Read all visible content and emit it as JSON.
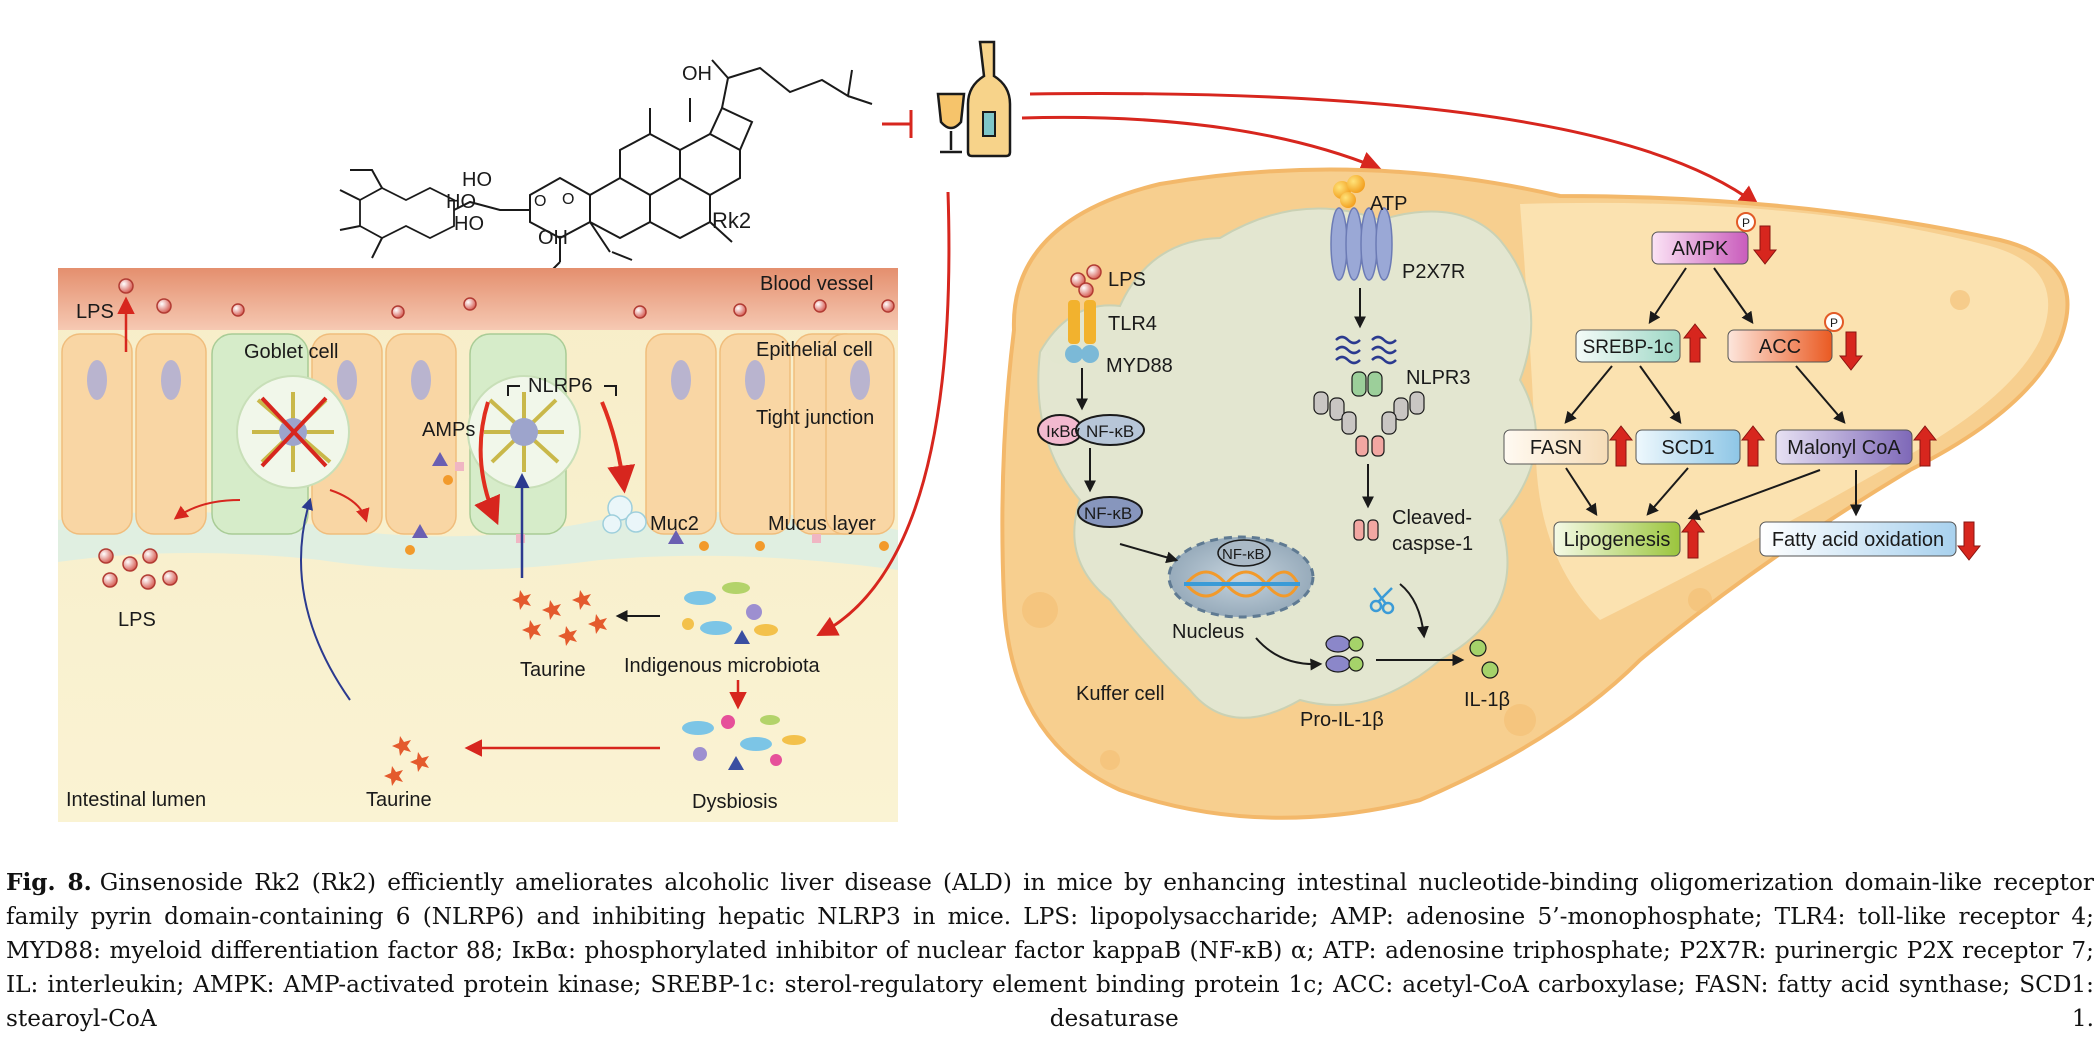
{
  "rk2": {
    "oh_top": "OH",
    "ho1": "HO",
    "ho2": "HO",
    "ho3": "HO",
    "oh_bottom": "OH",
    "o_ring": "O",
    "o_link": "O",
    "name": "Rk2"
  },
  "intestine": {
    "blood_vessel": "Blood vessel",
    "lps_top": "LPS",
    "goblet_cell": "Goblet cell",
    "epithelial_cell": "Epithelial cell",
    "nlrp6": "NLRP6",
    "amps": "AMPs",
    "tight_junction": "Tight junction",
    "muc2": "Muc2",
    "mucus_layer": "Mucus layer",
    "lps_lumen": "LPS",
    "taurine_upper": "Taurine",
    "indigenous_microbiota": "Indigenous microbiota",
    "intestinal_lumen": "Intestinal lumen",
    "taurine_lower": "Taurine",
    "dysbiosis": "Dysbiosis"
  },
  "kupffer": {
    "atp": "ATP",
    "p2x7r": "P2X7R",
    "lps": "LPS",
    "tlr4": "TLR4",
    "myd88": "MYD88",
    "nlpr3": "NLPR3",
    "ikba": "IκBα",
    "nfkb_complex": "NF-κB",
    "nfkb": "NF-κB",
    "nfkb_nucleus": "NF-κB",
    "cleaved_line1": "Cleaved-",
    "cleaved_line2": "caspse-1",
    "nucleus": "Nucleus",
    "kuffer_cell": "Kuffer cell",
    "pro_il1b": "Pro-IL-1β",
    "il1b": "IL-1β"
  },
  "hepatocyte": {
    "ampk": "AMPK",
    "srebp": "SREBP-1c",
    "acc": "ACC",
    "fasn": "FASN",
    "scd1": "SCD1",
    "malonyl": "Malonyl CoA",
    "lipogenesis": "Lipogenesis",
    "fao": "Fatty acid oxidation",
    "phospho": "P"
  },
  "colors": {
    "inhibit_red": "#d7261e",
    "up_arrow": "#d7261e",
    "liver_fill": "#f7cf8f",
    "liver_edge": "#f3b86a",
    "hepatocyte_zone": "#fbe3b4",
    "kupffer_cell": "#e2e8d4",
    "lumen": "#faedc2",
    "blood_vessel": "#e9a080",
    "ampk": "#d874c7",
    "srebp": "#d8f0ea",
    "acc": "#f06a36",
    "fasn": "#fdf1df",
    "scd1": "#cfe8f4",
    "malonyl": "#9883c6",
    "lipogenesis": "#b6d75b",
    "fao": "#c9e2f3"
  },
  "caption": {
    "label": "Fig. 8.",
    "lines": [
      "Ginsenoside Rk2 (Rk2) efficiently ameliorates alcoholic liver disease (ALD) in mice by enhancing intestinal nucleotide-binding oligomerization domain-like receptor family",
      "pyrin domain-containing 6 (NLRP6) and inhibiting hepatic NLRP3 in mice. LPS: lipopolysaccharide; AMP: adenosine 5’-monophosphate; TLR4: toll-like receptor 4; MYD88: myeloid",
      "differentiation factor 88; IκBα: phosphorylated inhibitor of nuclear factor kappaB (NF-κB) α; ATP: adenosine triphosphate; P2X7R: purinergic P2X receptor 7; IL: interleukin; AMPK:",
      "AMP-activated protein kinase; SREBP-1c: sterol-regulatory element binding protein 1c; ACC: acetyl-CoA carboxylase; FASN: fatty acid synthase; SCD1: stearoyl-CoA desaturase 1."
    ]
  }
}
